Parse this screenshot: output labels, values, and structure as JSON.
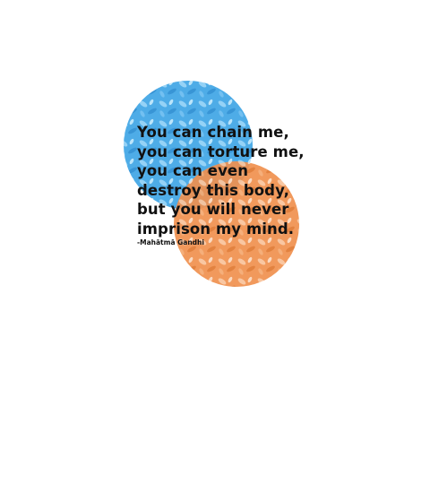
{
  "quote": {
    "lines": [
      "You can chain me,",
      "you can torture me,",
      "you can even",
      "destroy this body,",
      "but you will never",
      "imprison my mind."
    ],
    "author": "-Mahātmā Gandhi"
  },
  "colors": {
    "background": "#ffffff",
    "blue_circle": "#4aaee8",
    "orange_circle": "#f2995a",
    "text": "#111111"
  }
}
